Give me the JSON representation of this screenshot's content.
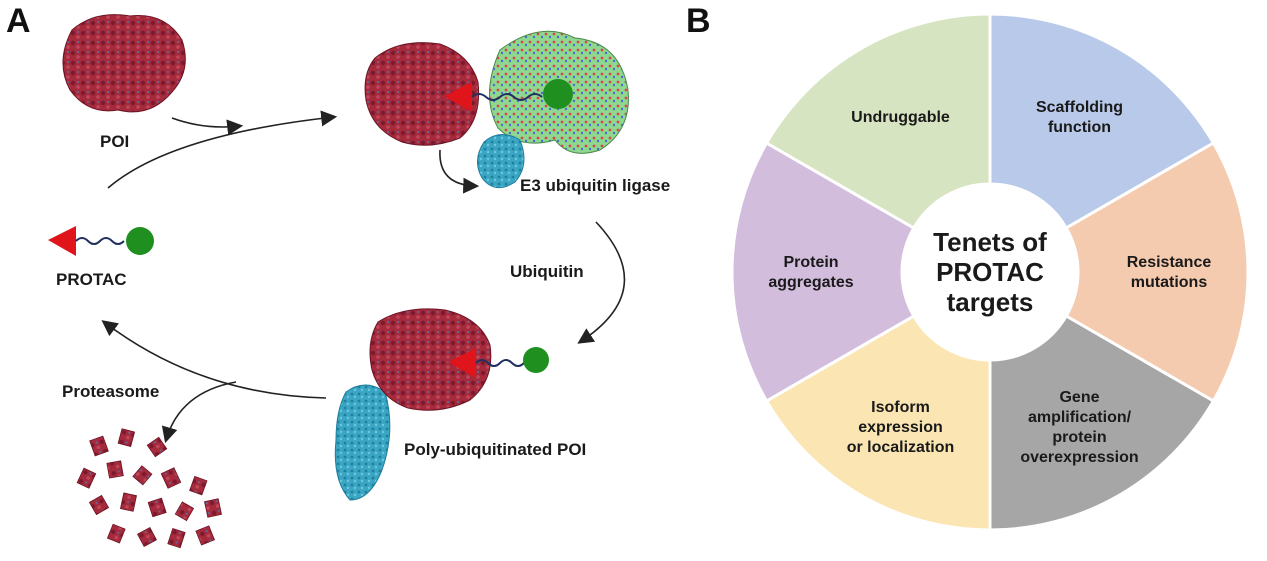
{
  "panels": {
    "a": "A",
    "b": "B"
  },
  "panelA": {
    "poi": "POI",
    "protac": "PROTAC",
    "e3": "E3 ubiquitin ligase",
    "ubiquitin": "Ubiquitin",
    "poly": "Poly-ubiquitinated POI",
    "proteasome": "Proteasome"
  },
  "panelB": {
    "center": [
      "Tenets of",
      "PROTAC",
      "targets"
    ],
    "segments": [
      {
        "lines": [
          "Scaffolding",
          "function"
        ],
        "color": "#b8c9ea"
      },
      {
        "lines": [
          "Resistance",
          "mutations"
        ],
        "color": "#f5cbb0"
      },
      {
        "lines": [
          "Gene",
          "amplification/",
          "protein",
          "overexpression"
        ],
        "color": "#a6a6a6"
      },
      {
        "lines": [
          "Isoform",
          "expression",
          "or localization"
        ],
        "color": "#fbe6b3"
      },
      {
        "lines": [
          "Protein",
          "aggregates"
        ],
        "color": "#d3bddd"
      },
      {
        "lines": [
          "Undruggable"
        ],
        "color": "#d7e4c1"
      }
    ]
  },
  "colors": {
    "protein": "#a52a3c",
    "protein_dark": "#6e1424",
    "ligase_green": "#8fd68f",
    "ligase_cyan": "#3aa6c4",
    "warhead_red": "#e0141b",
    "ligand_green": "#1f8f1f"
  }
}
